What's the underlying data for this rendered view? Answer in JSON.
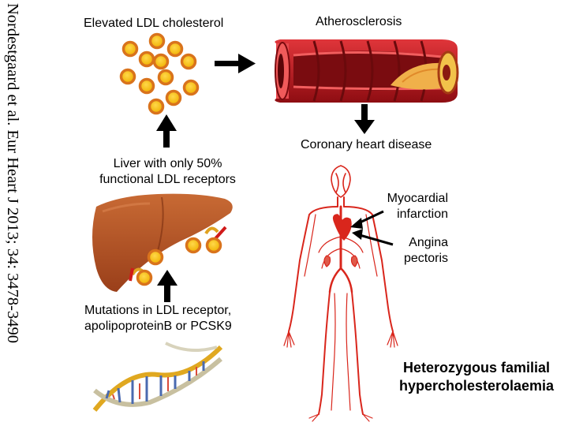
{
  "citation": "Nordestgaard et al. Eur Heart J 2013; 34: 3478-3490",
  "labels": {
    "elevated_ldl": "Elevated LDL cholesterol",
    "atherosclerosis": "Atherosclerosis",
    "coronary": "Coronary heart disease",
    "liver_line1": "Liver with only 50%",
    "liver_line2": "functional LDL receptors",
    "myocardial_line1": "Myocardial",
    "myocardial_line2": "infarction",
    "angina_line1": "Angina",
    "angina_line2": "pectoris",
    "mutations_line1": "Mutations in LDL receptor,",
    "mutations_line2": "apolipoproteinB or PCSK9",
    "title_line1": "Heterozygous familial",
    "title_line2": "hypercholesterolaemia"
  },
  "colors": {
    "ldl_fill": "#f6c21a",
    "ldl_ring": "#d9731c",
    "artery_red": "#c8191f",
    "liver": "#b8582a",
    "vessel_red": "#d9261c",
    "arrow": "#000000"
  }
}
